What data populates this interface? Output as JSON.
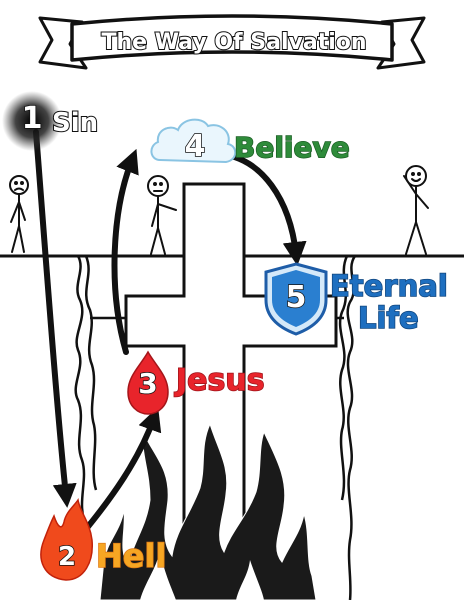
{
  "title": "The Way Of Salvation",
  "steps": [
    {
      "number": "1",
      "label": "Sin",
      "color": "#ffffff"
    },
    {
      "number": "2",
      "label": "Hell",
      "color": "#f6a623"
    },
    {
      "number": "3",
      "label": "Jesus",
      "color": "#e8242b"
    },
    {
      "number": "4",
      "label": "Believe",
      "color": "#2e8b3a"
    },
    {
      "number": "5",
      "label_line1": "Eternal",
      "label_line2": "Life",
      "color": "#1e6fc0"
    }
  ],
  "icons": {
    "step1": "dark-circle-icon",
    "step2": "flame-icon",
    "step3": "blood-drop-icon",
    "step4": "cloud-icon",
    "step5": "shield-icon"
  }
}
